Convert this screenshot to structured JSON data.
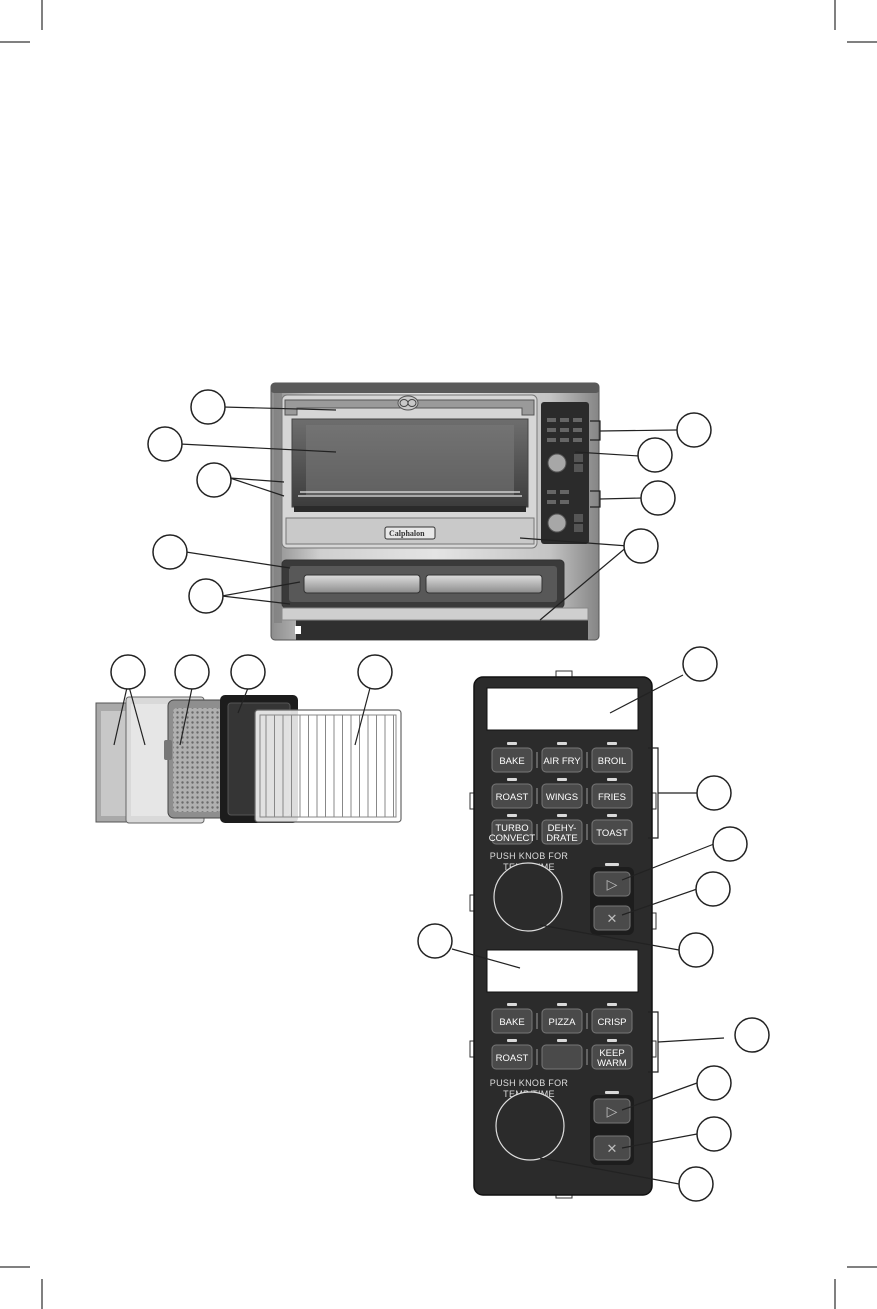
{
  "oven_brand": "Calphalon",
  "oven_panel": {
    "upper_buttons": [
      {
        "label_lines": [
          "BAKE"
        ]
      },
      {
        "label_lines": [
          "AIR FRY"
        ]
      },
      {
        "label_lines": [
          "BROIL"
        ]
      },
      {
        "label_lines": [
          "ROAST"
        ]
      },
      {
        "label_lines": [
          "WINGS"
        ]
      },
      {
        "label_lines": [
          "FRIES"
        ]
      },
      {
        "label_lines": [
          "TURBO",
          "CONVECT"
        ]
      },
      {
        "label_lines": [
          "DEHY-",
          "DRATE"
        ]
      },
      {
        "label_lines": [
          "TOAST"
        ]
      }
    ],
    "upper_knob_note": [
      "PUSH KNOB FOR",
      "TEMP/TIME"
    ],
    "lower_buttons": [
      {
        "label_lines": [
          "BAKE"
        ]
      },
      {
        "label_lines": [
          "PIZZA"
        ]
      },
      {
        "label_lines": [
          "CRISP"
        ]
      },
      {
        "label_lines": [
          "ROAST"
        ]
      },
      {
        "label_lines": []
      },
      {
        "label_lines": [
          "KEEP",
          "WARM"
        ]
      }
    ],
    "lower_knob_note": [
      "PUSH KNOB FOR",
      "TEMP/TIME"
    ],
    "start_glyph": "▷",
    "cancel_glyph": "✕"
  },
  "colors": {
    "panel": "#2b2b2b",
    "panel_button": "#4a4a4a",
    "steel": "#b9b9b9",
    "callout_stroke": "#222222"
  }
}
